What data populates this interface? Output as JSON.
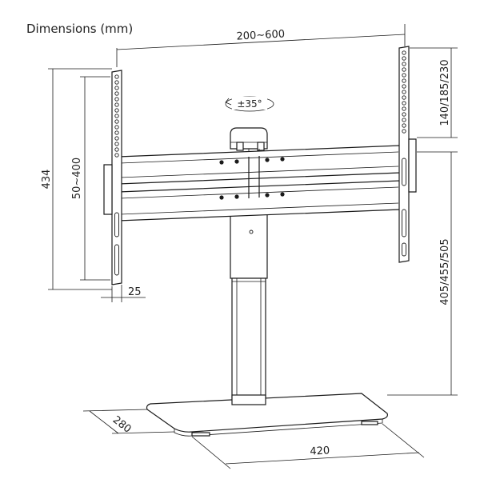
{
  "title": "Dimensions (mm)",
  "dimensions": {
    "vesa_width": "200~600",
    "adjust_vertical": "140/185/230",
    "overall_height": "434",
    "vesa_height": "50~400",
    "bracket_depth": "25",
    "stand_height": "405/455/505",
    "base_depth": "280",
    "base_width": "420"
  },
  "rotation": "±35°",
  "colors": {
    "line": "#1a1a1a",
    "background": "#ffffff"
  }
}
